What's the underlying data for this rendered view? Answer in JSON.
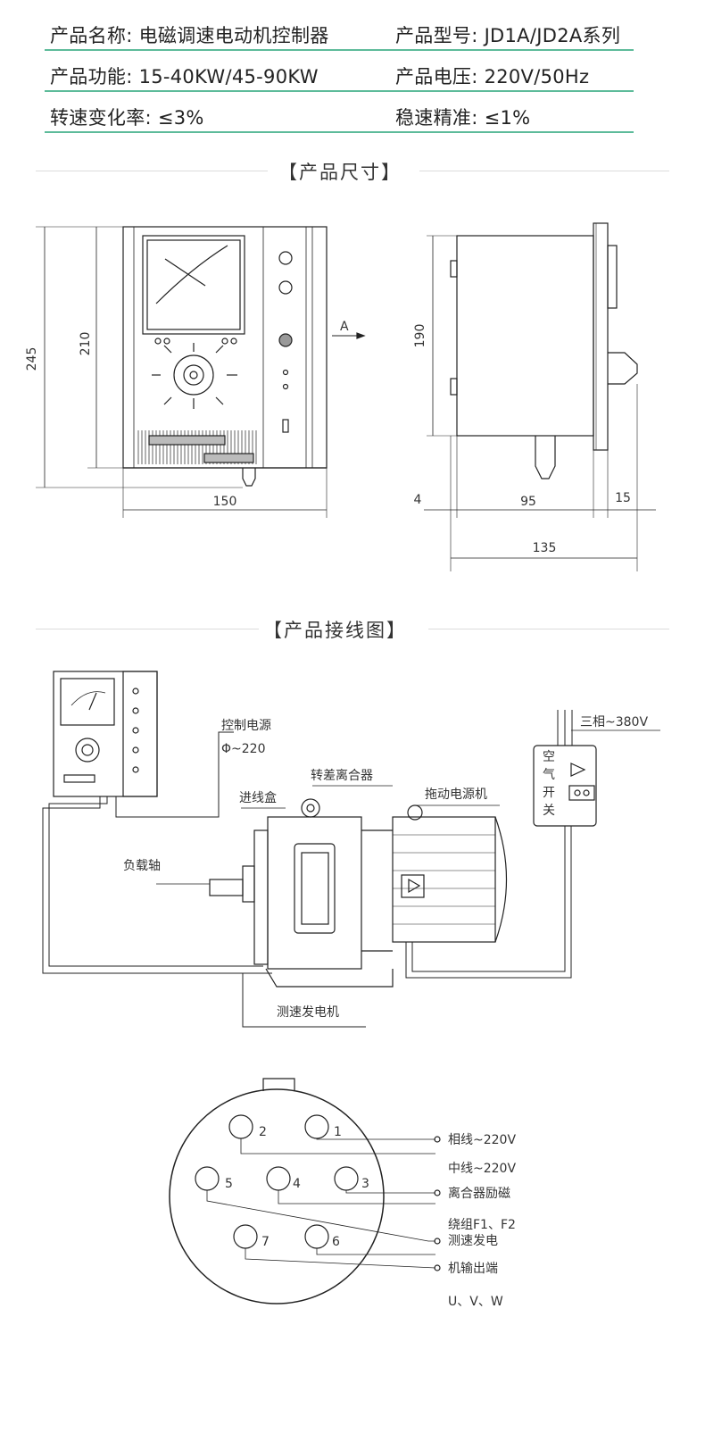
{
  "specs": [
    {
      "label": "产品名称:",
      "value": "电磁调速电动机控制器"
    },
    {
      "label": "产品型号:",
      "value": "JD1A/JD2A系列"
    },
    {
      "label": "产品功能:",
      "value": "15-40KW/45-90KW"
    },
    {
      "label": "产品电压:",
      "value": "220V/50Hz"
    },
    {
      "label": "转速变化率:",
      "value": "≤3%"
    },
    {
      "label": "稳速精准:",
      "value": "≤1%"
    }
  ],
  "sections": {
    "dimensions": "【产品尺寸】",
    "wiring": "【产品接线图】"
  },
  "dimensions": {
    "front_height_total": "245",
    "front_height_inner": "210",
    "front_width": "150",
    "view_arrow": "A",
    "side_height": "190",
    "side_left": "4",
    "side_body": "95",
    "side_right": "15",
    "side_total": "135"
  },
  "wiring": {
    "control_power": "控制电源",
    "control_power_value": "Φ~220",
    "slip_clutch": "转差离合器",
    "junction_box": "进线盒",
    "drive_motor": "拖动电源机",
    "three_phase": "三相~380V",
    "air_switch": [
      "空",
      "气",
      "开",
      "关"
    ],
    "load_shaft": "负载轴",
    "tacho": "测速发电机"
  },
  "connector": {
    "pins": [
      "2",
      "1",
      "5",
      "4",
      "3",
      "7",
      "6"
    ],
    "labels": [
      "相线~220V",
      "中线~220V",
      "离合器励磁",
      "绕组F1、F2",
      "测速发电",
      "机输出端",
      "U、V、W"
    ]
  },
  "colors": {
    "accent_line": "#5dbb9a",
    "ink": "#222222"
  }
}
